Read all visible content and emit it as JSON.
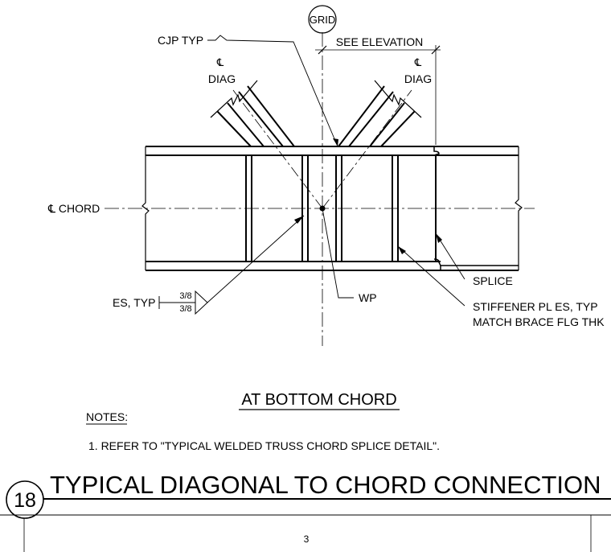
{
  "labels": {
    "grid": "GRID",
    "cjp": "CJP TYP",
    "see_elevation": "SEE ELEVATION",
    "cl_symbol": "℄",
    "diag": "DIAG",
    "cl_chord": "℄ CHORD",
    "es_typ": "ES, TYP",
    "weld_size_top": "3/8",
    "weld_size_bottom": "3/8",
    "wp": "WP",
    "splice": "SPLICE",
    "stiffener_line1": "STIFFENER PL ES, TYP",
    "stiffener_line2": "MATCH BRACE FLG THK"
  },
  "subtitle": "AT BOTTOM CHORD",
  "notes": {
    "heading": "NOTES:",
    "items": [
      "1.  REFER TO \"TYPICAL WELDED TRUSS CHORD SPLICE DETAIL\"."
    ]
  },
  "title_block": {
    "detail_number": "18",
    "title": "TYPICAL DIAGONAL TO CHORD CONNECTION",
    "page_number": "3"
  }
}
